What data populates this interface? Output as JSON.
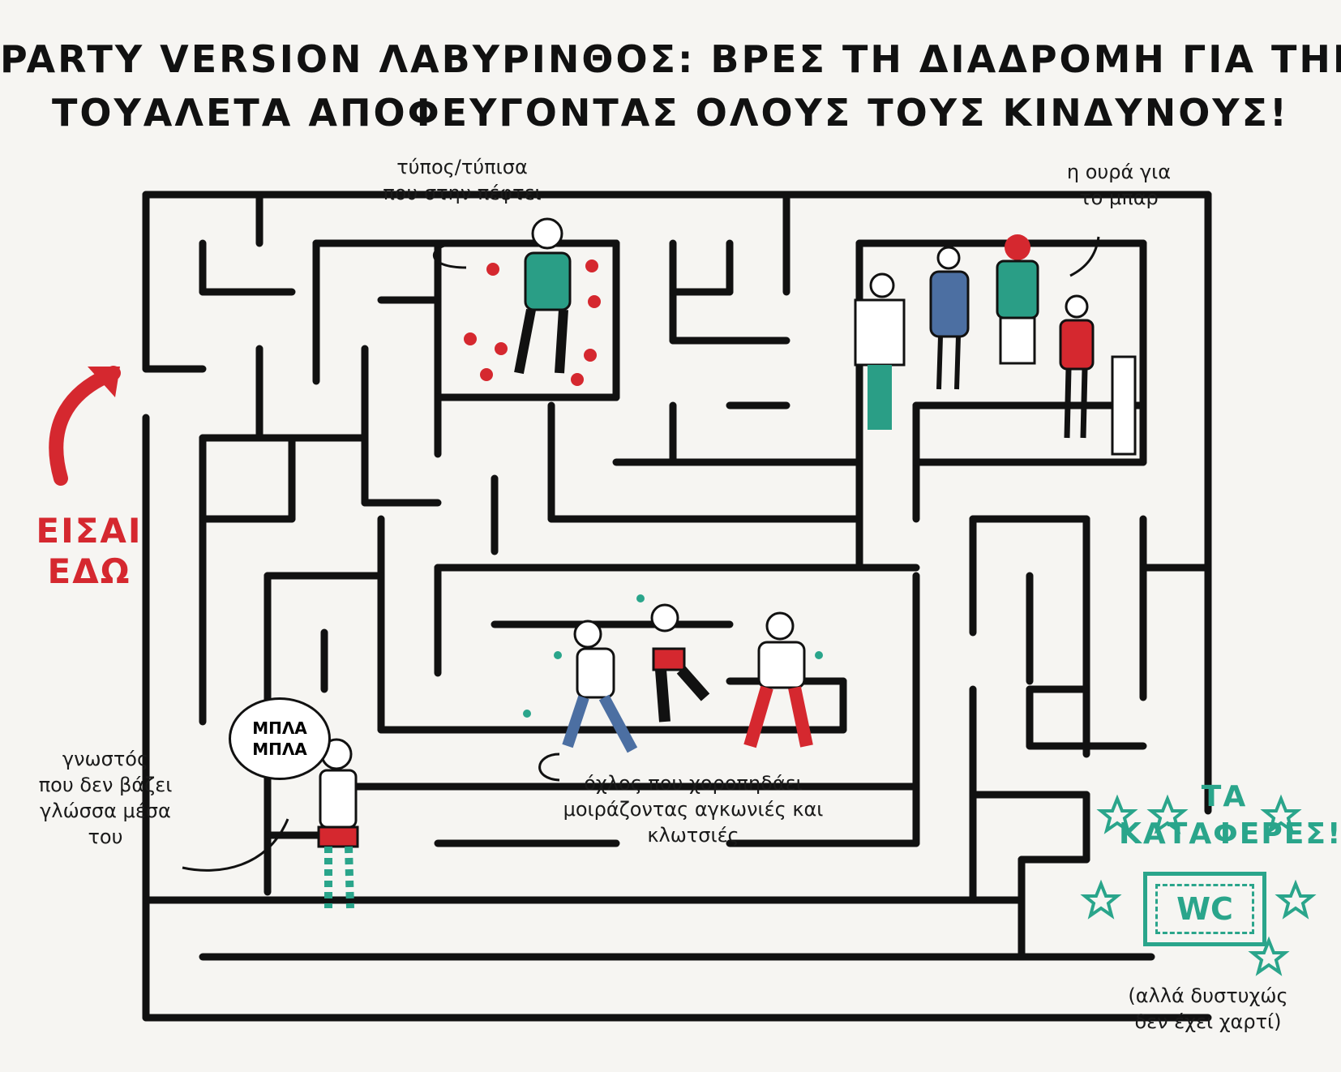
{
  "title": {
    "line1": "PARTY VERSION ΛΑΒΥΡΙΝΘΟΣ: ΒΡΕΣ ΤΗ ΔΙΑΔΡΟΜΗ ΓΙΑ ΤΗΝ",
    "line2": "ΤΟΥΑΛΕΤΑ ΑΠΟΦΕΥΓΟΝΤΑΣ ΟΛΟΥΣ ΤΟΥΣ ΚΙΝΔΥΝΟΥΣ!"
  },
  "start": {
    "line1": "ΕΙΣΑΙ",
    "line2": "ΕΔΩ"
  },
  "hazards": {
    "crush": {
      "line1": "τύπος/τύπισα",
      "line2": "που στην πέφτει"
    },
    "bar_queue": {
      "line1": "η ουρά για",
      "line2": "το μπαρ"
    },
    "dancers": {
      "line1": "όχλος που χοροπηδάει",
      "line2": "μοιράζοντας αγκωνιές και",
      "line3": "κλωτσιές"
    },
    "talker": {
      "line1": "γνωστός",
      "line2": "που δεν βάζει",
      "line3": "γλώσσα μέσα",
      "line4": "του"
    },
    "speech_bubble": {
      "line1": "ΜΠΛΑ",
      "line2": "ΜΠΛΑ"
    }
  },
  "goal": {
    "line1": "ΤΑ",
    "line2": "ΚΑΤΑΦΕΡΕΣ!",
    "wc_label": "WC",
    "note_line1": "(αλλά δυστυχώς",
    "note_line2": "δεν έχει χαρτί)"
  },
  "colors": {
    "ink": "#111111",
    "red": "#d5282f",
    "green": "#2aa58b",
    "teal_shirt": "#2a9e86",
    "paper": "#f6f5f2"
  }
}
